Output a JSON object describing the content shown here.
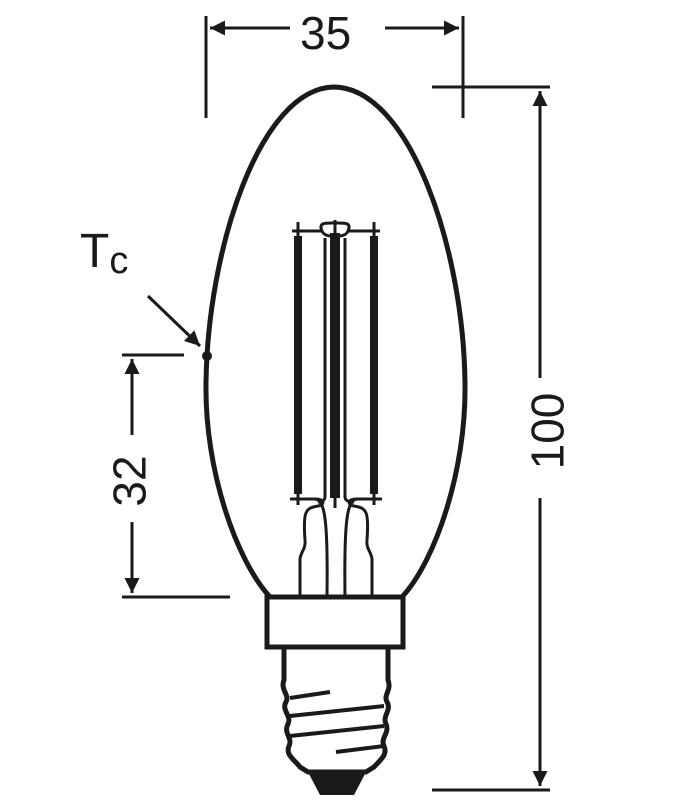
{
  "diagram": {
    "type": "technical-dimension-drawing",
    "subject": "candle-shaped LED filament bulb",
    "colors": {
      "line": "#1a1a1a",
      "background": "#ffffff"
    },
    "dimensions": {
      "width": {
        "value": "35",
        "orientation": "horizontal"
      },
      "height": {
        "value": "100",
        "orientation": "vertical"
      },
      "tc_height": {
        "value": "32",
        "orientation": "vertical"
      }
    },
    "labels": {
      "tc_main": "T",
      "tc_sub": "c"
    },
    "parts": [
      "glass-bulb",
      "filaments",
      "filament-support",
      "stem",
      "neck-collar",
      "screw-base",
      "base-contact"
    ]
  }
}
